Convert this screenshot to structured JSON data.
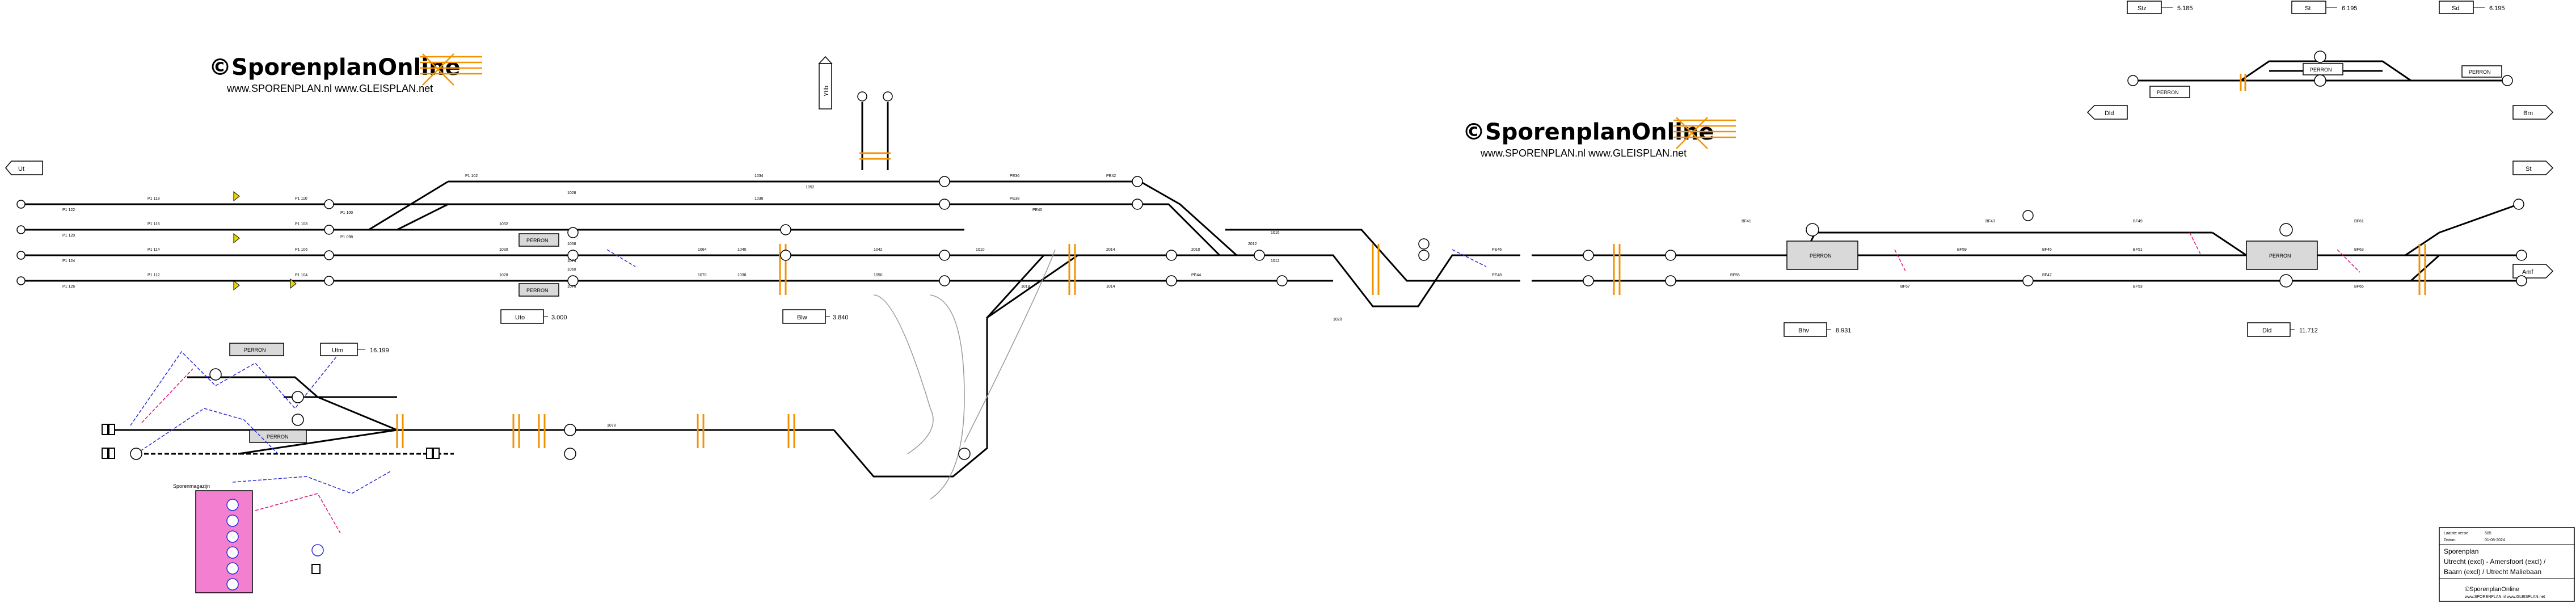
{
  "brand": {
    "name": "©SporenplanOnline",
    "urls": "www.SPORENPLAN.nl   www.GLEISPLAN.net"
  },
  "directions": {
    "ut": "Ut",
    "dld": "Dld",
    "brn": "Brn",
    "st": "St",
    "amf": "Amf"
  },
  "top_right_refs": [
    {
      "code": "Stz",
      "km": "5.185"
    },
    {
      "code": "St",
      "km": "6.195"
    },
    {
      "code": "Sd",
      "km": "6.195"
    }
  ],
  "stations": [
    {
      "code": "Uto",
      "km": "3.000"
    },
    {
      "code": "Utm",
      "km": "16.199"
    },
    {
      "code": "Blw",
      "km": "3.840"
    },
    {
      "code": "Bhv",
      "km": "8.931"
    },
    {
      "code": "Dld",
      "km": "11.712"
    }
  ],
  "vertical_label": "Ytlb",
  "perron": "PERRON",
  "yard_label": "Sporenmagazijn",
  "signals_a": [
    "P1 122",
    "P1 120",
    "P1 124",
    "P1 126",
    "P1 118",
    "P1 116",
    "P1 114",
    "P1 112",
    "P1 110",
    "P1 108",
    "P1 106",
    "P1 104",
    "P1 102",
    "P1 100",
    "P1 098"
  ],
  "signals_b": [
    "1034",
    "1036",
    "1032",
    "1030",
    "1028",
    "1026",
    "1040",
    "1038",
    "1042",
    "1050",
    "1052",
    "1056",
    "1060",
    "1064",
    "1070",
    "1074",
    "1076",
    "1078"
  ],
  "signals_c": [
    "PE36",
    "PE38",
    "PE40",
    "PE42",
    "PE44",
    "PE46",
    "PE48",
    "2010",
    "2012",
    "2014",
    "1010",
    "1012",
    "1014",
    "1016",
    "1018",
    "1020"
  ],
  "signals_d": [
    "BF41",
    "BF43",
    "BF45",
    "BF47",
    "BF49",
    "BF51",
    "BF53",
    "BF55",
    "BF57",
    "BF59",
    "BF61",
    "BF63",
    "BF65"
  ],
  "title_block": {
    "label_version": "Laatste versie",
    "version": "505",
    "label_date": "Datum",
    "date": "01-08-2024",
    "type": "Sporenplan",
    "line1": "Utrecht (excl) - Amersfoort (excl) /",
    "line2": "Baarn (excl) / Utrecht Maliebaan",
    "brand": "©SporenplanOnline",
    "brand_urls": "www.SPORENPLAN.nl   www.GLEISPLAN.net"
  },
  "colors": {
    "track": "#000000",
    "orange": "#f39200",
    "blue": "#2b2bd6",
    "pink": "#e0107f",
    "yellow": "#e8d400",
    "perron": "#d9d9d9",
    "yard": "#f27fd0"
  }
}
